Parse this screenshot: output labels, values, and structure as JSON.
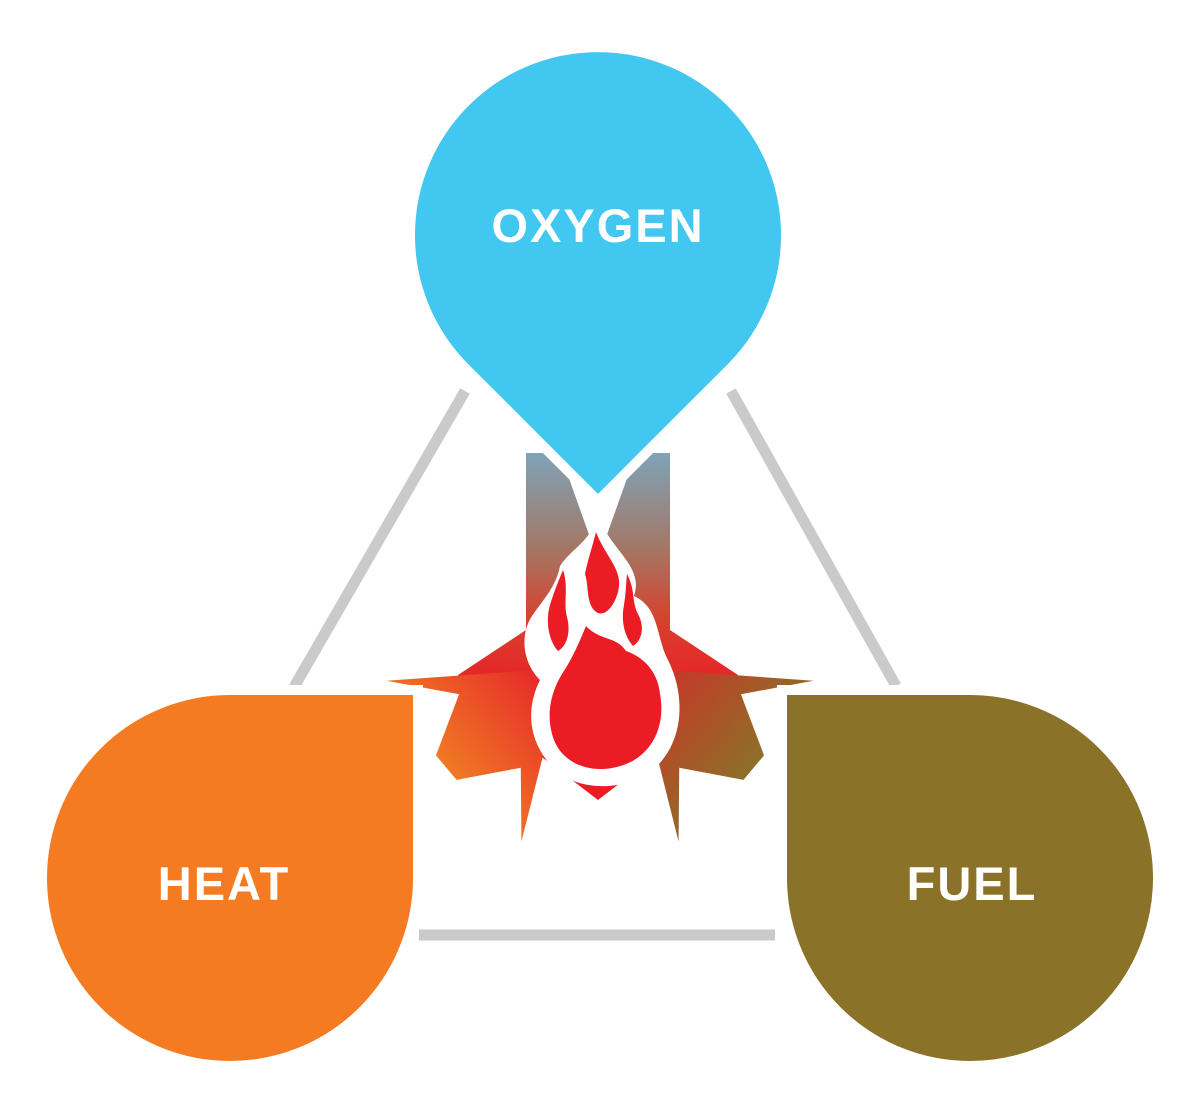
{
  "diagram": {
    "nodes": [
      {
        "id": "oxygen",
        "label": "OXYGEN",
        "color": "#41C7F0",
        "position": "top"
      },
      {
        "id": "heat",
        "label": "HEAT",
        "color": "#F47B21",
        "position": "bottom-left"
      },
      {
        "id": "fuel",
        "label": "FUEL",
        "color": "#8A7228",
        "position": "bottom-right"
      }
    ],
    "center": {
      "icon": "flame-icon",
      "flame_color": "#EC1C24",
      "outline_color": "#FFFFFF"
    },
    "connector_color": "#CACACC",
    "arrows": {
      "from_oxygen": {
        "start_color": "#7FA3B8",
        "end_color": "#EC1C24"
      },
      "from_heat": {
        "start_color": "#F07C24",
        "end_color": "#E6242A"
      },
      "from_fuel": {
        "start_color": "#8A7228",
        "end_color": "#CE3129"
      }
    }
  }
}
